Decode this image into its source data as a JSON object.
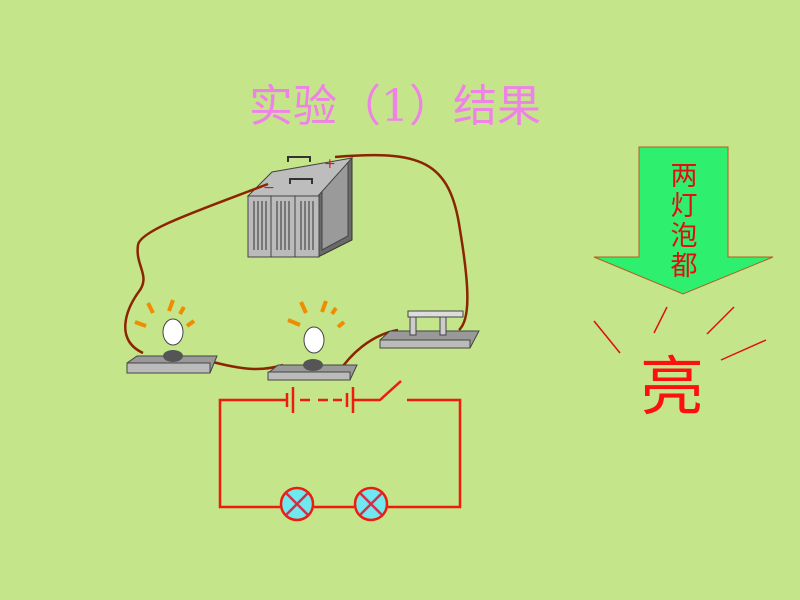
{
  "title": "实验（1）结果",
  "arrow_text": "两灯泡都",
  "result_text": "亮",
  "colors": {
    "background": "#c4e58a",
    "title": "#ee82e6",
    "arrow": "#2ef06e",
    "result": "#ff1010",
    "wire": "#8b2500",
    "schematic": "#ee1c0c",
    "lamp_fill": "#70e8f0"
  },
  "battery_labels": {
    "negative": "−",
    "positive": "+"
  }
}
